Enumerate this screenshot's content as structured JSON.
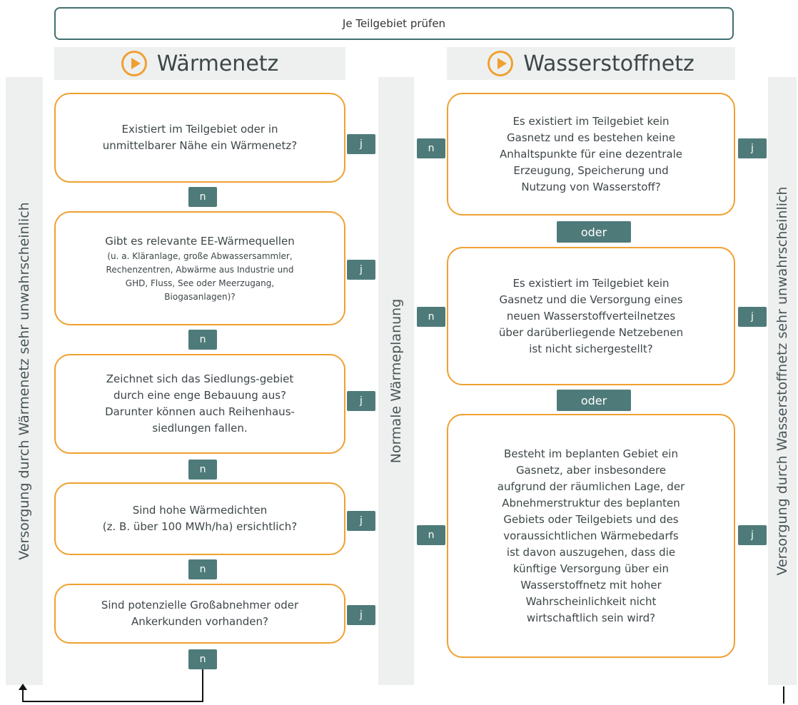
{
  "top": "Je Teilgebiet prüfen",
  "left_header": "Wärmenetz",
  "right_header": "Wasserstoffnetz",
  "left_side": "Versorgung durch Wärmenetz sehr unwahrscheinlich",
  "middle_side": "Normale Wärmeplanung",
  "right_side": "Versorgung durch Wasserstoffnetz sehr unwahrscheinlich",
  "left_questions": [
    [
      "Existiert im Teilgebiet oder in",
      "unmittelbarer Nähe ein Wärmenetz?"
    ],
    [
      "Gibt es relevante EE-Wärmequellen"
    ],
    [
      "Zeichnet sich das Siedlungs-gebiet",
      "durch eine enge Bebauung aus?",
      "Darunter können auch Reihenhaus-",
      "siedlungen fallen."
    ],
    [
      "Sind hohe Wärmedichten",
      "(z. B. über 100 MWh/ha) ersichtlich?"
    ],
    [
      "Sind potenzielle Großabnehmer oder",
      "Ankerkunden vorhanden?"
    ]
  ],
  "left_q2_detail": [
    "(u. a. Kläranlage, große Abwassersammler,",
    "Rechenzentren, Abwärme aus Industrie und",
    "GHD, Fluss, See oder Meerzugang,",
    "Biogasanlagen)?"
  ],
  "right_questions": [
    [
      "Es existiert im Teilgebiet kein",
      "Gasnetz und es bestehen keine",
      "Anhaltspunkte für eine dezentrale",
      "Erzeugung, Speicherung und",
      "Nutzung von Wasserstoff?"
    ],
    [
      "Es existiert im Teilgebiet kein",
      "Gasnetz und die Versorgung eines",
      "neuen Wasserstoffverteilnetzes",
      "über darüberliegende Netzebenen",
      "ist nicht sichergestellt?"
    ],
    [
      "Besteht im beplanten Gebiet ein",
      "Gasnetz, aber insbesondere",
      "aufgrund der räumlichen Lage, der",
      "Abnehmerstruktur des beplanten",
      "Gebiets oder Teilgebiets und des",
      "voraussichtlichen Wärmebedarfs",
      "ist davon auszugehen, dass die",
      "künftige Versorgung über ein",
      "Wasserstoffnetz mit hoher",
      "Wahrscheinlichkeit nicht",
      "wirtschaftlich sein wird?"
    ]
  ],
  "labels": {
    "yes": "j",
    "no": "n",
    "or": "oder"
  }
}
